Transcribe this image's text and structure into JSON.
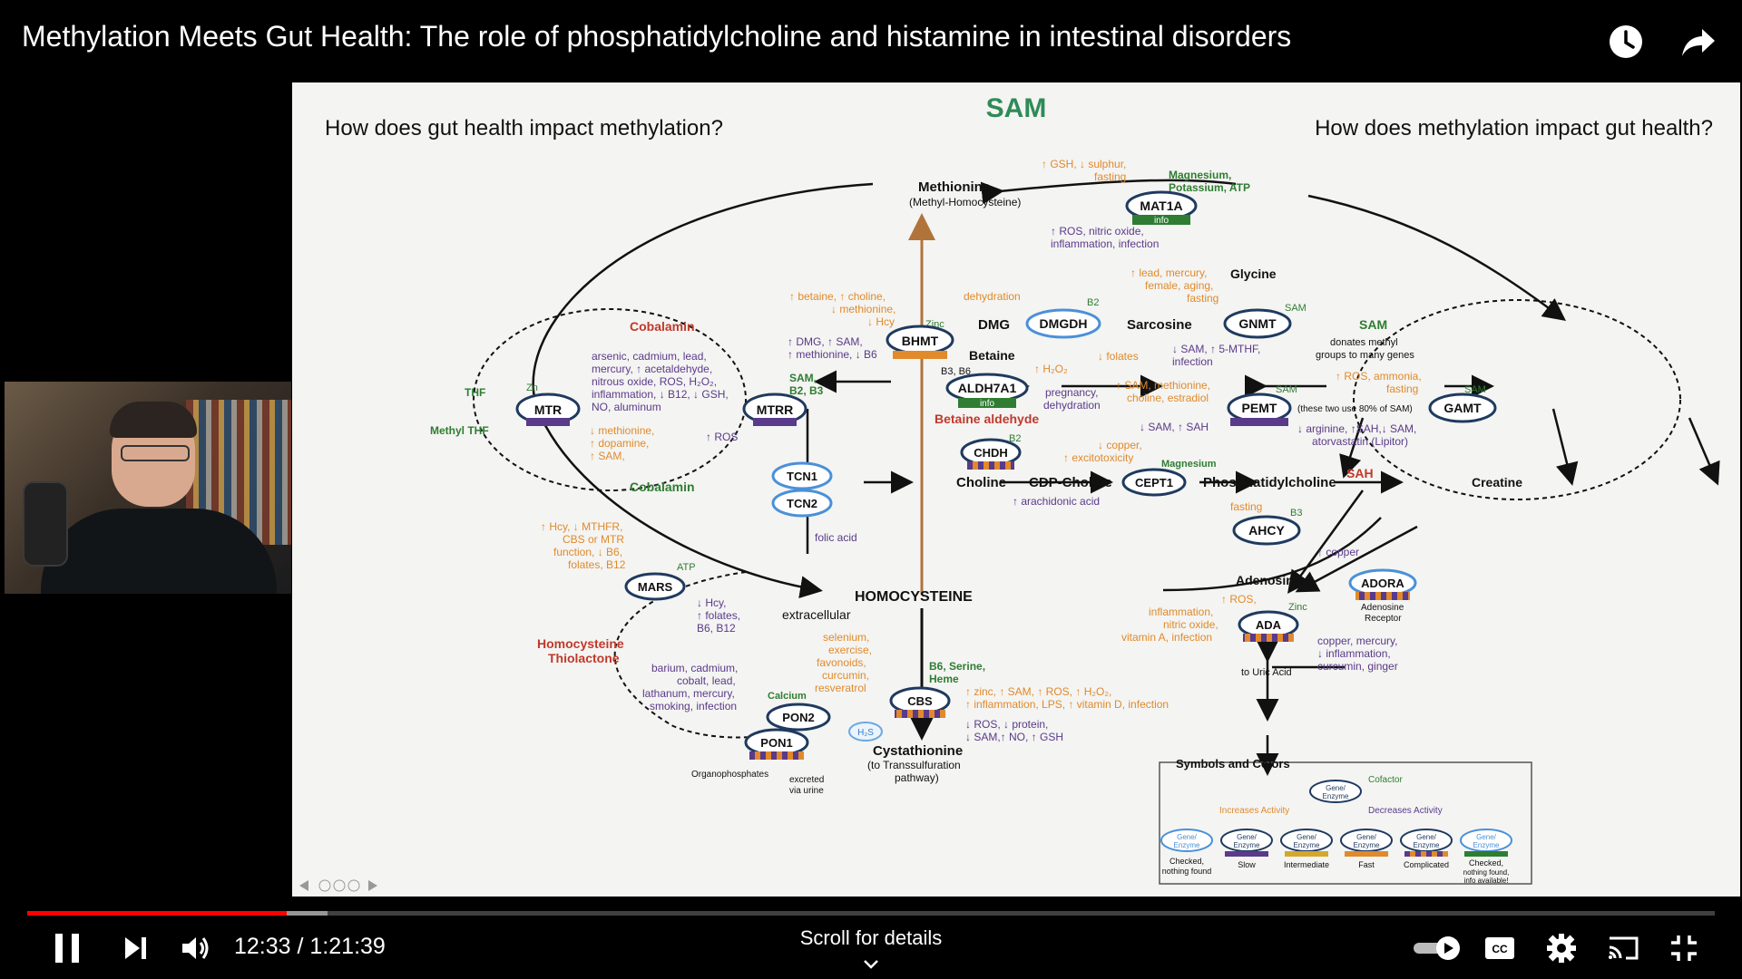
{
  "video": {
    "title": "Methylation Meets Gut Health: The role of phosphatidylcholine and histamine in intestinal disorders",
    "time_current": "12:33",
    "time_sep": " / ",
    "time_total": "1:21:39",
    "progress_fraction": 0.154,
    "buffered_fraction": 0.178,
    "scroll_hint": "Scroll for details"
  },
  "slide": {
    "heading": "SAM",
    "question_left": "How does gut health impact methylation?",
    "question_right": "How does methylation impact gut health?",
    "labels": {
      "methionine": "Methionine",
      "methyl_hcy": "(Methyl-Homocysteine)",
      "homocysteine": "HOMOCYSTEINE",
      "cobalamin_top": "Cobalamin",
      "cobalamin_bottom": "Cobalamin",
      "mtr": "MTR",
      "mtrr": "MTRR",
      "thf": "THF",
      "methyl_thf": "Methyl THF",
      "zn": "Zn",
      "tcn1": "TCN1",
      "tcn2": "TCN2",
      "folic_acid": "folic acid",
      "mars": "MARS",
      "atp": "ATP",
      "hcy_thiolactone_1": "Homocysteine",
      "hcy_thiolactone_2": "Thiolactone",
      "pon1": "PON1",
      "pon2": "PON2",
      "calcium": "Calcium",
      "organophosphates": "Organophosphates",
      "excreted": "excreted",
      "via_urine": "via urine",
      "extracellular": "extracellular",
      "cbs": "CBS",
      "b6_serine": "B6, Serine,",
      "heme": "Heme",
      "h2s": "H₂S",
      "cystathionine": "Cystathionine",
      "transsulf_1": "(to Transsulfuration",
      "transsulf_2": "pathway)",
      "bhmt": "BHMT",
      "zinc_bhmt": "Zinc",
      "dmg": "DMG",
      "dmgdh": "DMGDH",
      "b2_dmgdh": "B2",
      "sarcosine": "Sarcosine",
      "betaine": "Betaine",
      "b3_b6": "B3, B6",
      "aldh7a1": "ALDH7A1",
      "info": "info",
      "betaine_aldehyde": "Betaine aldehyde",
      "chdh": "CHDH",
      "b2_chdh": "B2",
      "choline": "Choline",
      "cdp_choline": "CDP-Choline",
      "cept1": "CEPT1",
      "magnesium_cept1": "Magnesium",
      "phosphatidylcholine": "Phosphatidylcholine",
      "pemt": "PEMT",
      "sam_pemt": "SAM",
      "these_two": "(these two use 80% of SAM)",
      "gnmt": "GNMT",
      "glycine": "Glycine",
      "sam_gnmt": "SAM",
      "sam_node": "SAM",
      "donates_1": "donates methyl",
      "donates_2": "groups to many genes",
      "gamt": "GAMT",
      "sam_gamt": "SAM",
      "creatine": "Creatine",
      "sah": "SAH",
      "ahcy": "AHCY",
      "b3_ahcy": "B3",
      "adenosine": "Adenosine",
      "adora": "ADORA",
      "adenosine_receptor_1": "Adenosine",
      "adenosine_receptor_2": "Receptor",
      "ada": "ADA",
      "zinc_ada": "Zinc",
      "to_uric_acid": "to Uric Acid",
      "mat1a": "MAT1A",
      "mag_pot_1": "Magnesium,",
      "mag_pot_2": "Potassium, ATP",
      "legend_title": "Symbols and Colors",
      "legend_gene_1": "Gene/",
      "legend_gene_2": "Enzyme",
      "legend_cofactor": "Cofactor",
      "legend_increases": "Increases Activity",
      "legend_decreases": "Decreases Activity",
      "legend_checked_nf_1": "Checked,",
      "legend_checked_nf_2": "nothing found",
      "legend_slow": "Slow",
      "legend_intermediate": "Intermediate",
      "legend_fast": "Fast",
      "legend_complicated": "Complicated",
      "legend_checked_info_1": "Checked,",
      "legend_checked_info_2": "nothing found,",
      "legend_checked_info_3": "info available!"
    },
    "notes": {
      "mat1a_up": "↑ GSH, ↓ sulphur,",
      "mat1a_up2": "fasting",
      "mat1a_down_1": "↑ ROS, nitric oxide,",
      "mat1a_down_2": "inflammation, infection",
      "gnmt_up_1": "↑ lead, mercury,",
      "gnmt_up_2": "female, aging,",
      "gnmt_up_3": "fasting",
      "gnmt_down_1": "↓ SAM, ↑ 5-MTHF,",
      "gnmt_down_2": "infection",
      "dehydration": "dehydration",
      "folates": "↓ folates",
      "bhmt_up_1": "↑ betaine, ↑ choline,",
      "bhmt_up_2": "↓ methionine,",
      "bhmt_up_3": "↓ Hcy",
      "bhmt_down_1": "↑ DMG, ↑ SAM,",
      "bhmt_down_2": "↑ methionine, ↓ B6",
      "aldh_up": "↑ H₂O₂",
      "aldh_down_1": "pregnancy,",
      "aldh_down_2": "dehydration",
      "pemt_up_1": "↑ SAM, methionine,",
      "pemt_up_2": "choline, estradiol",
      "pemt_down": "↓ SAM, ↑ SAH",
      "gamt_up_1": "↑ ROS, ammonia,",
      "gamt_up_2": "fasting",
      "gamt_down_1": "↓ arginine, ↑SAH,↓ SAM,",
      "gamt_down_2": "atorvastatin (Lipitor)",
      "chdh_up_1": "↓ copper,",
      "chdh_up_2": "↑ excitotoxicity",
      "cept1_down": "↑ arachidonic acid",
      "ahcy_up": "fasting",
      "ahcy_down": "↑ copper",
      "ada_up_1": "↑ ROS,",
      "ada_up_2": "inflammation,",
      "ada_up_3": "nitric oxide,",
      "ada_up_4": "vitamin A, infection",
      "ada_down_1": "copper, mercury,",
      "ada_down_2": "↓ inflammation,",
      "ada_down_3": "curcumin, ginger",
      "mtr_toxins_1": "arsenic, cadmium, lead,",
      "mtr_toxins_2": "mercury, ↑ acetaldehyde,",
      "mtr_toxins_3": "nitrous oxide, ROS, H₂O₂,",
      "mtr_toxins_4": "inflammation, ↓ B12, ↓ GSH,",
      "mtr_toxins_5": "NO, aluminum",
      "mtrr_cof_1": "SAM,",
      "mtrr_cof_2": "B2, B3",
      "mtr_up_1": "↓ methionine,",
      "mtr_up_2": "↑ dopamine,",
      "mtr_up_3": "↑ SAM,",
      "mtrr_ros": "↑ ROS",
      "mars_up_1": "↑ Hcy, ↓ MTHFR,",
      "mars_up_2": "CBS or MTR",
      "mars_up_3": "function, ↓ B6,",
      "mars_up_4": "folates, B12",
      "mars_down_1": "↓ Hcy,",
      "mars_down_2": "↑ folates,",
      "mars_down_3": "B6, B12",
      "pon_up_1": "selenium,",
      "pon_up_2": "exercise,",
      "pon_up_3": "favonoids,",
      "pon_up_4": "curcumin,",
      "pon_up_5": "resveratrol",
      "pon_down_1": "barium, cadmium,",
      "pon_down_2": "cobalt, lead,",
      "pon_down_3": "lathanum, mercury,",
      "pon_down_4": "smoking, infection",
      "cbs_up_1": "↑ zinc, ↑ SAM, ↑ ROS, ↑ H₂O₂,",
      "cbs_up_2": "↑ inflammation, LPS, ↑ vitamin D, infection",
      "cbs_down_1": "↓ ROS, ↓ protein,",
      "cbs_down_2": "↓ SAM,↑ NO, ↑ GSH"
    }
  },
  "icons": {
    "watch_later": "clock-icon",
    "share": "share-arrow-icon",
    "play_pause": "pause-icon",
    "next": "skip-next-icon",
    "volume": "volume-icon",
    "autoplay": "autoplay-toggle-icon",
    "captions": "cc-icon",
    "settings": "gear-icon",
    "cast": "cast-icon",
    "fullscreen_exit": "exit-fullscreen-icon",
    "scroll": "chevron-down-icon"
  },
  "colors": {
    "progress_played": "#ff0000",
    "slide_heading": "#2e8b57",
    "enzyme_stroke": "#1f3a5f",
    "increase": "#e08a2c",
    "decrease": "#5a3a8a",
    "pathway_green": "#2e7d32",
    "red_label": "#c0392b"
  }
}
